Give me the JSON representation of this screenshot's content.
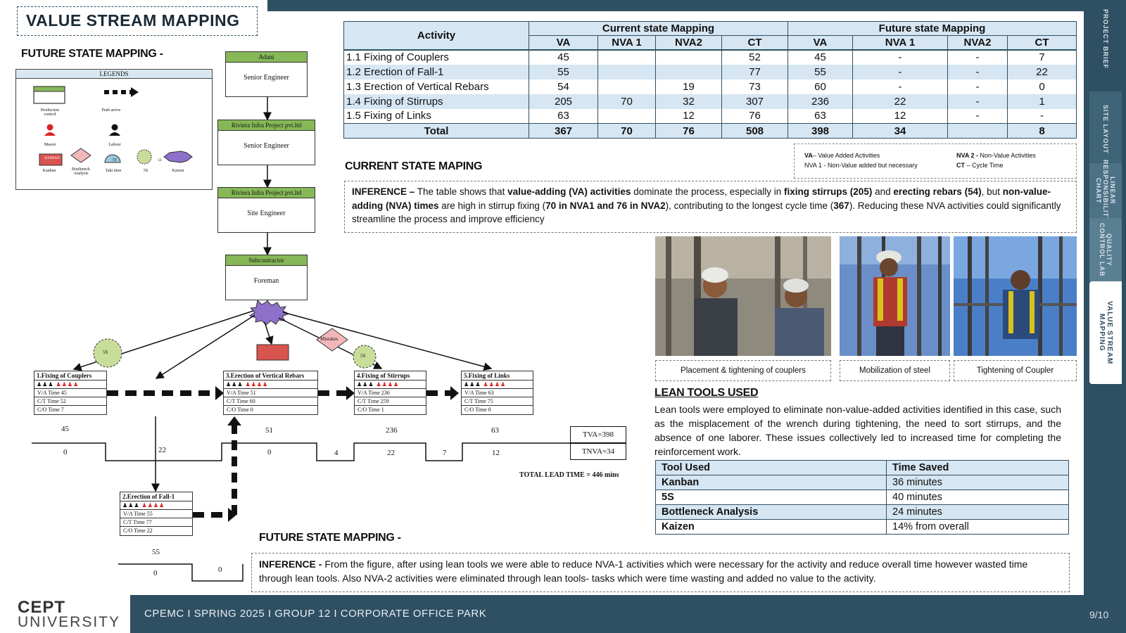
{
  "page": {
    "title": "VALUE STREAM MAPPING",
    "future_state_title": "FUTURE STATE MAPPING -",
    "current_state_title": "CURRENT STATE MAPING",
    "lean_tools_title": "LEAN TOOLS USED",
    "future_state_title_2": "FUTURE STATE MAPPING -"
  },
  "side_tabs": [
    "PROJECT BRIEF",
    "SITE LAYOUT",
    "LINEAR RESPONSIBILITY CHART",
    "QUALITY CONTROL LAB",
    "VALUE STREAM MAPPING"
  ],
  "legend": {
    "title": "LEGENDS",
    "items": [
      "Production control",
      "Push arrow",
      "Mason",
      "Labour",
      "Kanban",
      "Bottleneck Analysis",
      "Takt time",
      "5S",
      "Kaizen"
    ],
    "kanban_mark": "KANBAN",
    "takt_mark": "TT",
    "fives_mark": "5S"
  },
  "org_chain": [
    {
      "header": "Adani",
      "role": "Senior Engineer"
    },
    {
      "header": "Riviera Infra Project pvt.ltd",
      "role": "Senior Engineer"
    },
    {
      "header": "Riviera Infra Project pvt.ltd",
      "role": "Site Engineer"
    },
    {
      "header": "Subcontractor",
      "role": "Foreman"
    }
  ],
  "flow_marks": {
    "five_s": "5S",
    "mistakes": "Mistakes"
  },
  "processes": [
    {
      "name": "1.Fixing of Couplers",
      "va": "V/A Time 45",
      "ct": "C/T Time 52",
      "co": "C/O Time 7"
    },
    {
      "name": "2.Erection of Fall-1",
      "va": "V/A Time 55",
      "ct": "C/T Time 77",
      "co": "C/O Time 22"
    },
    {
      "name": "3.Erection of Vertical Rebars",
      "va": "V/A Time 51",
      "ct": "C/T Time 60",
      "co": "C/O Time 0"
    },
    {
      "name": "4.Fixing of Stirrups",
      "va": "V/A Time 236",
      "ct": "C/T Time 259",
      "co": "C/O Time 1"
    },
    {
      "name": "5.Fixing of Links",
      "va": "V/A Time 63",
      "ct": "C/T Time 75",
      "co": "C/O Time 0"
    }
  ],
  "timeline": {
    "va_values": [
      "45",
      "51",
      "236",
      "63"
    ],
    "nva_values": [
      "0",
      "22",
      "0",
      "4",
      "22",
      "7",
      "12"
    ],
    "fall_va": "55",
    "fall_nva": [
      "0",
      "0"
    ],
    "tva": "TVA=398",
    "tnva": "TNVA=34",
    "total_lead": "TOTAL LEAD TIME = 446 mins"
  },
  "map_table": {
    "group_headers": [
      "Current state Mapping",
      "Future state Mapping"
    ],
    "activity_header": "Activity",
    "sub_headers": [
      "VA",
      "NVA 1",
      "NVA2",
      "CT",
      "VA",
      "NVA 1",
      "NVA2",
      "CT"
    ],
    "rows": [
      [
        "1.1 Fixing of Couplers",
        "45",
        "",
        "",
        "52",
        "45",
        "-",
        "-",
        "7"
      ],
      [
        "1.2 Erection of Fall-1",
        "55",
        "",
        "",
        "77",
        "55",
        "-",
        "-",
        "22"
      ],
      [
        "1.3 Erection of Vertical Rebars",
        "54",
        "",
        "19",
        "73",
        "60",
        "-",
        "-",
        "0"
      ],
      [
        "1.4 Fixing of Stirrups",
        "205",
        "70",
        "32",
        "307",
        "236",
        "22",
        "-",
        "1"
      ],
      [
        "1.5 Fixing of Links",
        "63",
        "",
        "12",
        "76",
        "63",
        "12",
        "-",
        "-"
      ]
    ],
    "total": [
      "Total",
      "367",
      "70",
      "76",
      "508",
      "398",
      "34",
      "",
      "8"
    ]
  },
  "abbreviations": {
    "va_key": "VA",
    "va_def": "– Value Added Activities",
    "nva1": "NVA 1 -  Non-Value added but necessary",
    "nva2_key": "NVA 2 -",
    "nva2_def": " Non-Value Activities",
    "ct_key": "CT",
    "ct_def": " – Cycle Time"
  },
  "inference_1": {
    "label": "INFERENCE –",
    "t1": " The table shows that ",
    "b1": "value-adding (VA) activities",
    "t2": " dominate the process, especially in ",
    "b2": "fixing stirrups (205)",
    "t3": " and ",
    "b3": "erecting rebars (54)",
    "t4": ", but ",
    "b4": "non-value-adding (NVA) times",
    "t5": " are high in stirrup fixing (",
    "b5": "70 in NVA1 and 76 in NVA2",
    "t6": "), contributing to the longest cycle time (",
    "b6": "367",
    "t7": "). Reducing these NVA activities could significantly streamline the process and improve efficiency"
  },
  "photos": {
    "captions": [
      "Placement & tightening of couplers",
      "Mobilization of steel",
      "Tightening of Coupler"
    ]
  },
  "lean_paragraph": "Lean tools were employed to eliminate non-value-added activities identified in this case, such as the misplacement of the wrench during tightening, the need to sort stirrups, and the absence of one laborer. These issues collectively led to increased time for completing the reinforcement work.",
  "tools_table": {
    "headers": [
      "Tool Used",
      "Time Saved"
    ],
    "rows": [
      [
        "Kanban",
        "36 minutes"
      ],
      [
        "5S",
        "40 minutes"
      ],
      [
        "Bottleneck Analysis",
        "24 minutes"
      ],
      [
        "Kaizen",
        "14% from overall"
      ]
    ]
  },
  "inference_2": {
    "label": "INFERENCE -",
    "text": " From the figure, after using lean tools we were able to reduce NVA-1 activities which were necessary for the activity and reduce overall time however wasted time through lean tools. Also NVA-2 activities were eliminated through lean tools- tasks which were time wasting and added no value to the activity."
  },
  "footer": {
    "text": "CPEMC I SPRING 2025 I GROUP 12 I CORPORATE OFFICE PARK",
    "page": "9/10",
    "logo_line1": "CEPT",
    "logo_line2": "UNIVERSITY"
  },
  "colors": {
    "frame": "#2f4f63",
    "table_fill": "#d6e6f2",
    "org_header": "#86b857",
    "kaizen": "#8e6fc9",
    "kanban": "#d9534f",
    "mistake": "#f2b8b8"
  }
}
